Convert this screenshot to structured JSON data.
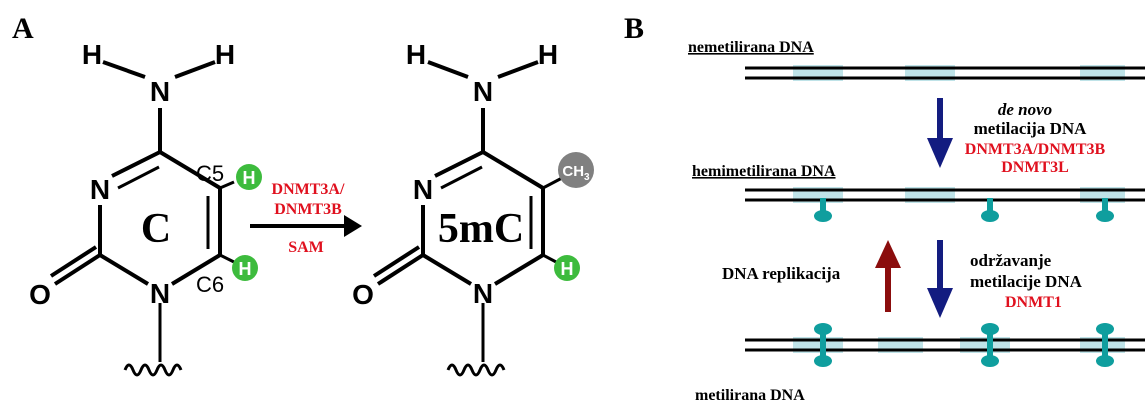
{
  "panel_a": {
    "label": "A",
    "cytosine": {
      "name": "C",
      "amino_h_left": "H",
      "amino_h_right": "H",
      "amino_n": "N",
      "ring_n3": "N",
      "ring_n1": "N",
      "carbonyl_o": "O",
      "c5_label": "C5",
      "c6_label": "C6",
      "h_c5": "H",
      "h_c6": "H"
    },
    "reaction": {
      "enzyme_line1": "DNMT3A/",
      "enzyme_line2": "DNMT3B",
      "cofactor": "SAM"
    },
    "methylcytosine": {
      "name": "5mC",
      "amino_h_left": "H",
      "amino_h_right": "H",
      "amino_n": "N",
      "ring_n3": "N",
      "ring_n1": "N",
      "carbonyl_o": "O",
      "methyl_base": "CH",
      "methyl_sub": "3",
      "h_c6": "H"
    }
  },
  "panel_b": {
    "label": "B",
    "unmethylated": "nemetilirana DNA",
    "hemimethylated": "hemimetilirana DNA",
    "methylated": "metilirana DNA",
    "de_novo": {
      "italic": "de novo",
      "line2": "metilacija DNA",
      "enzymes1": "DNMT3A/DNMT3B",
      "enzymes2": "DNMT3L"
    },
    "replication": "DNA replikacija",
    "maintenance": {
      "line1": "održavanje",
      "line2": "metilacije DNA",
      "enzyme": "DNMT1"
    }
  },
  "colors": {
    "enzyme_red": "#e0101e",
    "hydrogen_green": "#3dbb3d",
    "methyl_gray": "#808080",
    "methyl_group_teal": "#0f9e9e",
    "cpg_light_blue": "#bfe3e8",
    "arrow_navy": "#131c80",
    "arrow_darkred": "#8b0d0d"
  }
}
